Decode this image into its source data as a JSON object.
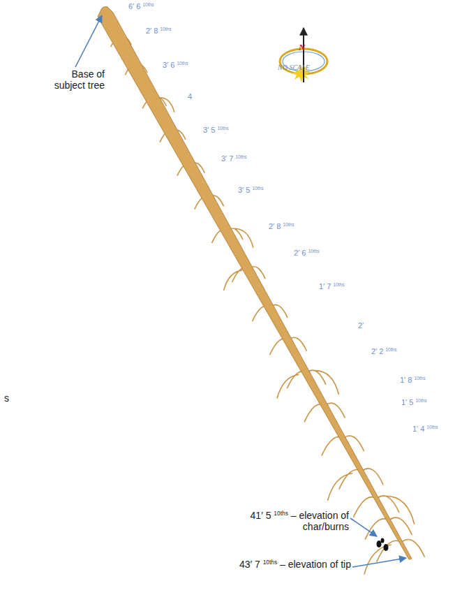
{
  "diagram": {
    "labels": [
      "6′ 6 10ths",
      "2′ 8 10ths",
      "3′ 6 10ths",
      "4",
      "3′ 5 10ths",
      "3′ 7 10ths",
      "3′ 5 10ths",
      "2′ 8 10ths",
      "2′ 6 10ths",
      "1′ 7 10ths",
      "2′",
      "2′ 2 10ths",
      "1′ 8 10ths",
      "1′ 5 10ths",
      "1′ 4 10ths",
      "NO SCALE",
      "N",
      "Base of subject tree",
      "41′ 5 10ths – elevation of char/burns",
      "43′ 7 10ths – elevation of tip",
      "s"
    ]
  }
}
